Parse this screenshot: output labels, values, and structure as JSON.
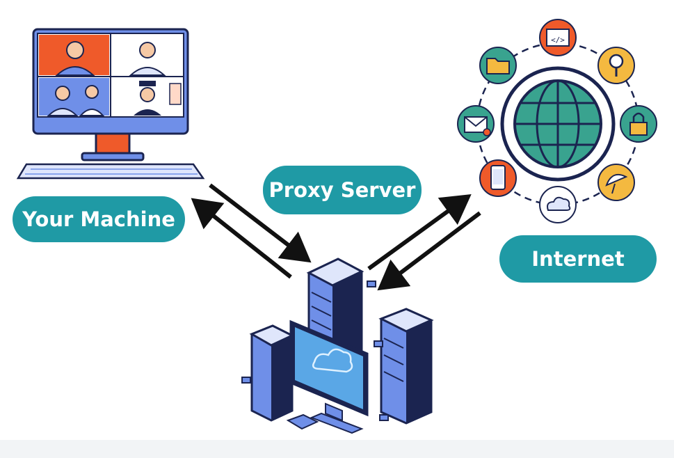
{
  "labels": {
    "machine": "Your Machine",
    "proxy": "Proxy Server",
    "internet": "Internet"
  },
  "icons": {
    "machine": "monitor-video-call-icon",
    "keyboard": "keyboard-icon",
    "proxy": "server-rack-cloud-icon",
    "internet": "globe-icon",
    "satellites": [
      "code-window-icon",
      "search-icon",
      "lock-icon",
      "satellite-dish-icon",
      "cloud-icon",
      "smartphone-icon",
      "email-icon",
      "folder-icon"
    ]
  },
  "colors": {
    "accent": "#1f9aa5",
    "monitor": "#6f8fe8",
    "navy": "#1b2450",
    "globe": "#39a38f",
    "orange": "#ef5a2a",
    "yellow": "#f4b940"
  }
}
